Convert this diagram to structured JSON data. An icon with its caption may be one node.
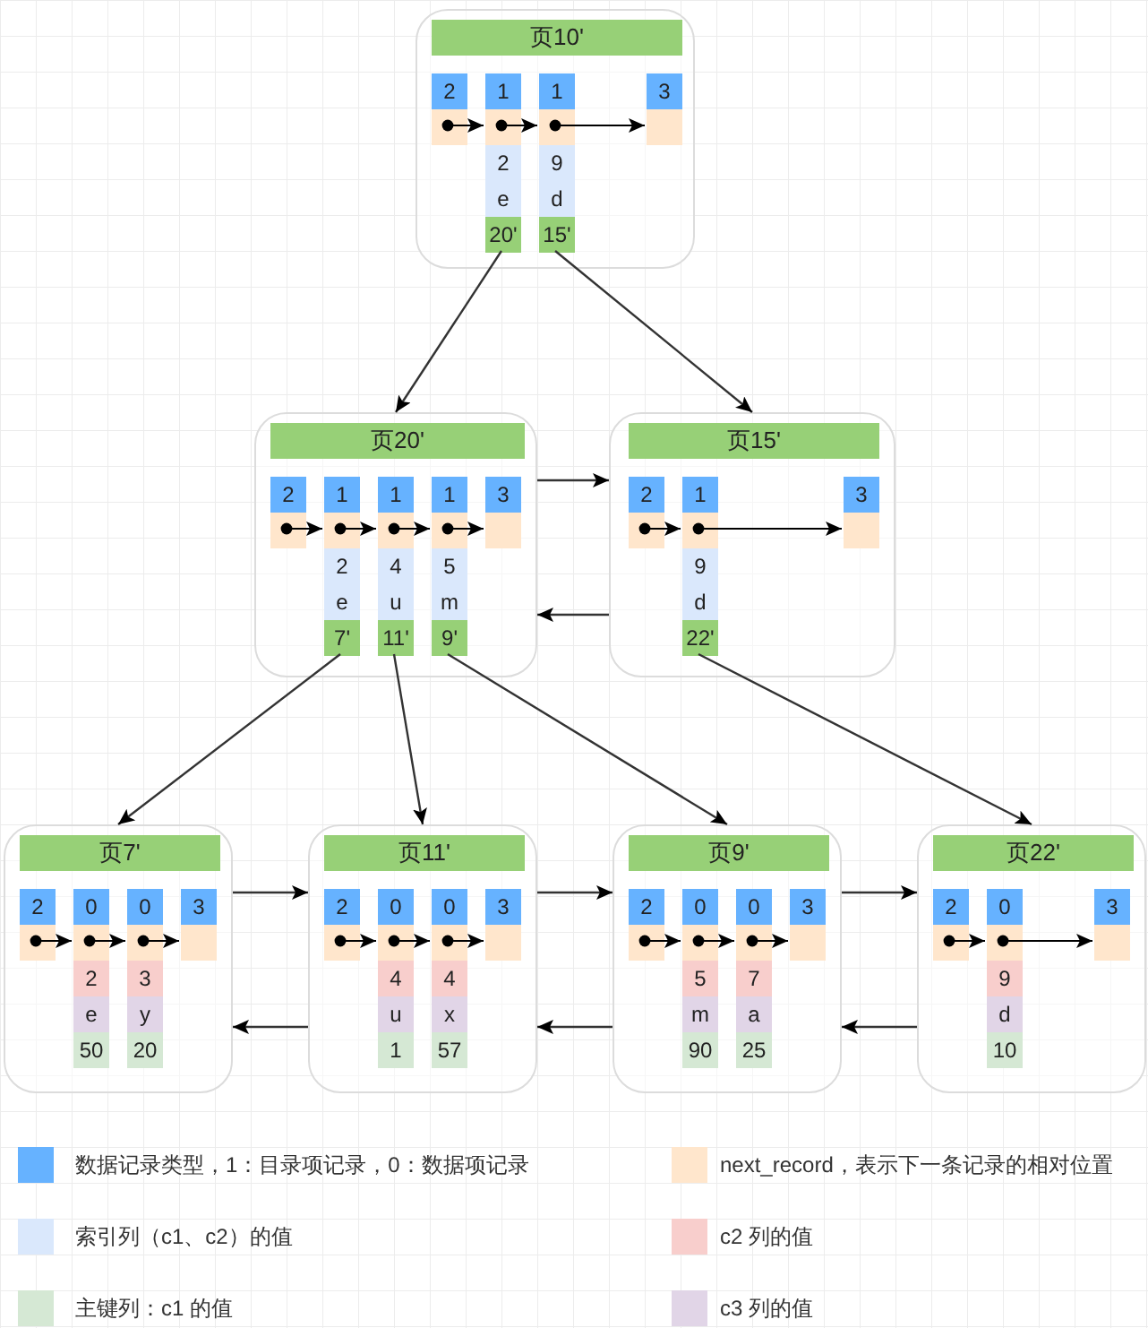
{
  "diagram": {
    "nodes": [
      {
        "text": [
          "页10'"
        ]
      },
      {
        "text": [
          "2"
        ],
        "in": 0
      },
      {
        "text": [
          "1",
          "2",
          "e",
          "20'"
        ],
        "in": 0
      },
      {
        "text": [
          "1",
          "9",
          "d",
          "15'"
        ],
        "in": 0
      },
      {
        "text": [
          "3"
        ],
        "in": 0
      },
      {
        "text": [
          "页20'"
        ]
      },
      {
        "text": [
          "2"
        ],
        "in": 5
      },
      {
        "text": [
          "1",
          "2",
          "e",
          "7'"
        ],
        "in": 5
      },
      {
        "text": [
          "1",
          "4",
          "u",
          "11'"
        ],
        "in": 5
      },
      {
        "text": [
          "1",
          "5",
          "m",
          "9'"
        ],
        "in": 5
      },
      {
        "text": [
          "3"
        ],
        "in": 5
      },
      {
        "text": [
          "页15'"
        ]
      },
      {
        "text": [
          "2"
        ],
        "in": 11
      },
      {
        "text": [
          "1",
          "9",
          "d",
          "22'"
        ],
        "in": 11
      },
      {
        "text": [
          "3"
        ],
        "in": 11
      },
      {
        "text": [
          "页7'"
        ]
      },
      {
        "text": [
          "2"
        ],
        "in": 15
      },
      {
        "text": [
          "0",
          "2",
          "e",
          "50"
        ],
        "in": 15
      },
      {
        "text": [
          "0",
          "3",
          "y",
          "20"
        ],
        "in": 15
      },
      {
        "text": [
          "3"
        ],
        "in": 15
      },
      {
        "text": [
          "页11'"
        ]
      },
      {
        "text": [
          "2"
        ],
        "in": 20
      },
      {
        "text": [
          "0",
          "4",
          "u",
          "1"
        ],
        "in": 20
      },
      {
        "text": [
          "0",
          "4",
          "x",
          "57"
        ],
        "in": 20
      },
      {
        "text": [
          "3"
        ],
        "in": 20
      },
      {
        "text": [
          "页9'"
        ]
      },
      {
        "text": [
          "2"
        ],
        "in": 25
      },
      {
        "text": [
          "0",
          "5",
          "m",
          "90"
        ],
        "in": 25
      },
      {
        "text": [
          "0",
          "7",
          "a",
          "25"
        ],
        "in": 25
      },
      {
        "text": [
          "3"
        ],
        "in": 25
      },
      {
        "text": [
          "页22'"
        ]
      },
      {
        "text": [
          "2"
        ],
        "in": 30
      },
      {
        "text": [
          "0",
          "9",
          "d",
          "10"
        ],
        "in": 30
      },
      {
        "text": [
          "3"
        ],
        "in": 30
      }
    ],
    "edges": [
      {
        "from": 1,
        "to": 2,
        "arrow": "to"
      },
      {
        "from": 2,
        "to": 3,
        "arrow": "to"
      },
      {
        "from": 3,
        "to": 4,
        "arrow": "to"
      },
      {
        "from": 2,
        "to": 5,
        "arrow": "to"
      },
      {
        "from": 3,
        "to": 11,
        "arrow": "to"
      },
      {
        "from": 6,
        "to": 7,
        "arrow": "to"
      },
      {
        "from": 7,
        "to": 8,
        "arrow": "to"
      },
      {
        "from": 8,
        "to": 9,
        "arrow": "to"
      },
      {
        "from": 9,
        "to": 10,
        "arrow": "to"
      },
      {
        "from": 12,
        "to": 13,
        "arrow": "to"
      },
      {
        "from": 13,
        "to": 14,
        "arrow": "to"
      },
      {
        "from": 5,
        "to": 11,
        "arrow": "to"
      },
      {
        "from": 11,
        "to": 5,
        "arrow": "to"
      },
      {
        "from": 7,
        "to": 15,
        "arrow": "to"
      },
      {
        "from": 8,
        "to": 20,
        "arrow": "to"
      },
      {
        "from": 9,
        "to": 25,
        "arrow": "to"
      },
      {
        "from": 13,
        "to": 30,
        "arrow": "to"
      },
      {
        "from": 16,
        "to": 17,
        "arrow": "to"
      },
      {
        "from": 17,
        "to": 18,
        "arrow": "to"
      },
      {
        "from": 18,
        "to": 19,
        "arrow": "to"
      },
      {
        "from": 21,
        "to": 22,
        "arrow": "to"
      },
      {
        "from": 22,
        "to": 23,
        "arrow": "to"
      },
      {
        "from": 23,
        "to": 24,
        "arrow": "to"
      },
      {
        "from": 26,
        "to": 27,
        "arrow": "to"
      },
      {
        "from": 27,
        "to": 28,
        "arrow": "to"
      },
      {
        "from": 28,
        "to": 29,
        "arrow": "to"
      },
      {
        "from": 31,
        "to": 32,
        "arrow": "to"
      },
      {
        "from": 32,
        "to": 33,
        "arrow": "to"
      },
      {
        "from": 15,
        "to": 20,
        "arrow": "to"
      },
      {
        "from": 20,
        "to": 15,
        "arrow": "to"
      },
      {
        "from": 20,
        "to": 25,
        "arrow": "to"
      },
      {
        "from": 25,
        "to": 20,
        "arrow": "to"
      },
      {
        "from": 25,
        "to": 30,
        "arrow": "to"
      },
      {
        "from": 30,
        "to": 25,
        "arrow": "to"
      }
    ],
    "legend": [
      {
        "text": "数据记录类型，1：目录项记录，0：数据项记录",
        "color": "#66b2ff"
      },
      {
        "text": "next_record，表示下一条记录的相对位置",
        "color": "#ffe6cc"
      },
      {
        "text": "索引列（c1、c2）的值",
        "color": "#dae8fc"
      },
      {
        "text": "c2 列的值",
        "color": "#f8cecc"
      },
      {
        "text": "主键列：c1 的值",
        "color": "#d5e8d4"
      },
      {
        "text": "c3 列的值",
        "color": "#e1d5e7"
      }
    ]
  }
}
